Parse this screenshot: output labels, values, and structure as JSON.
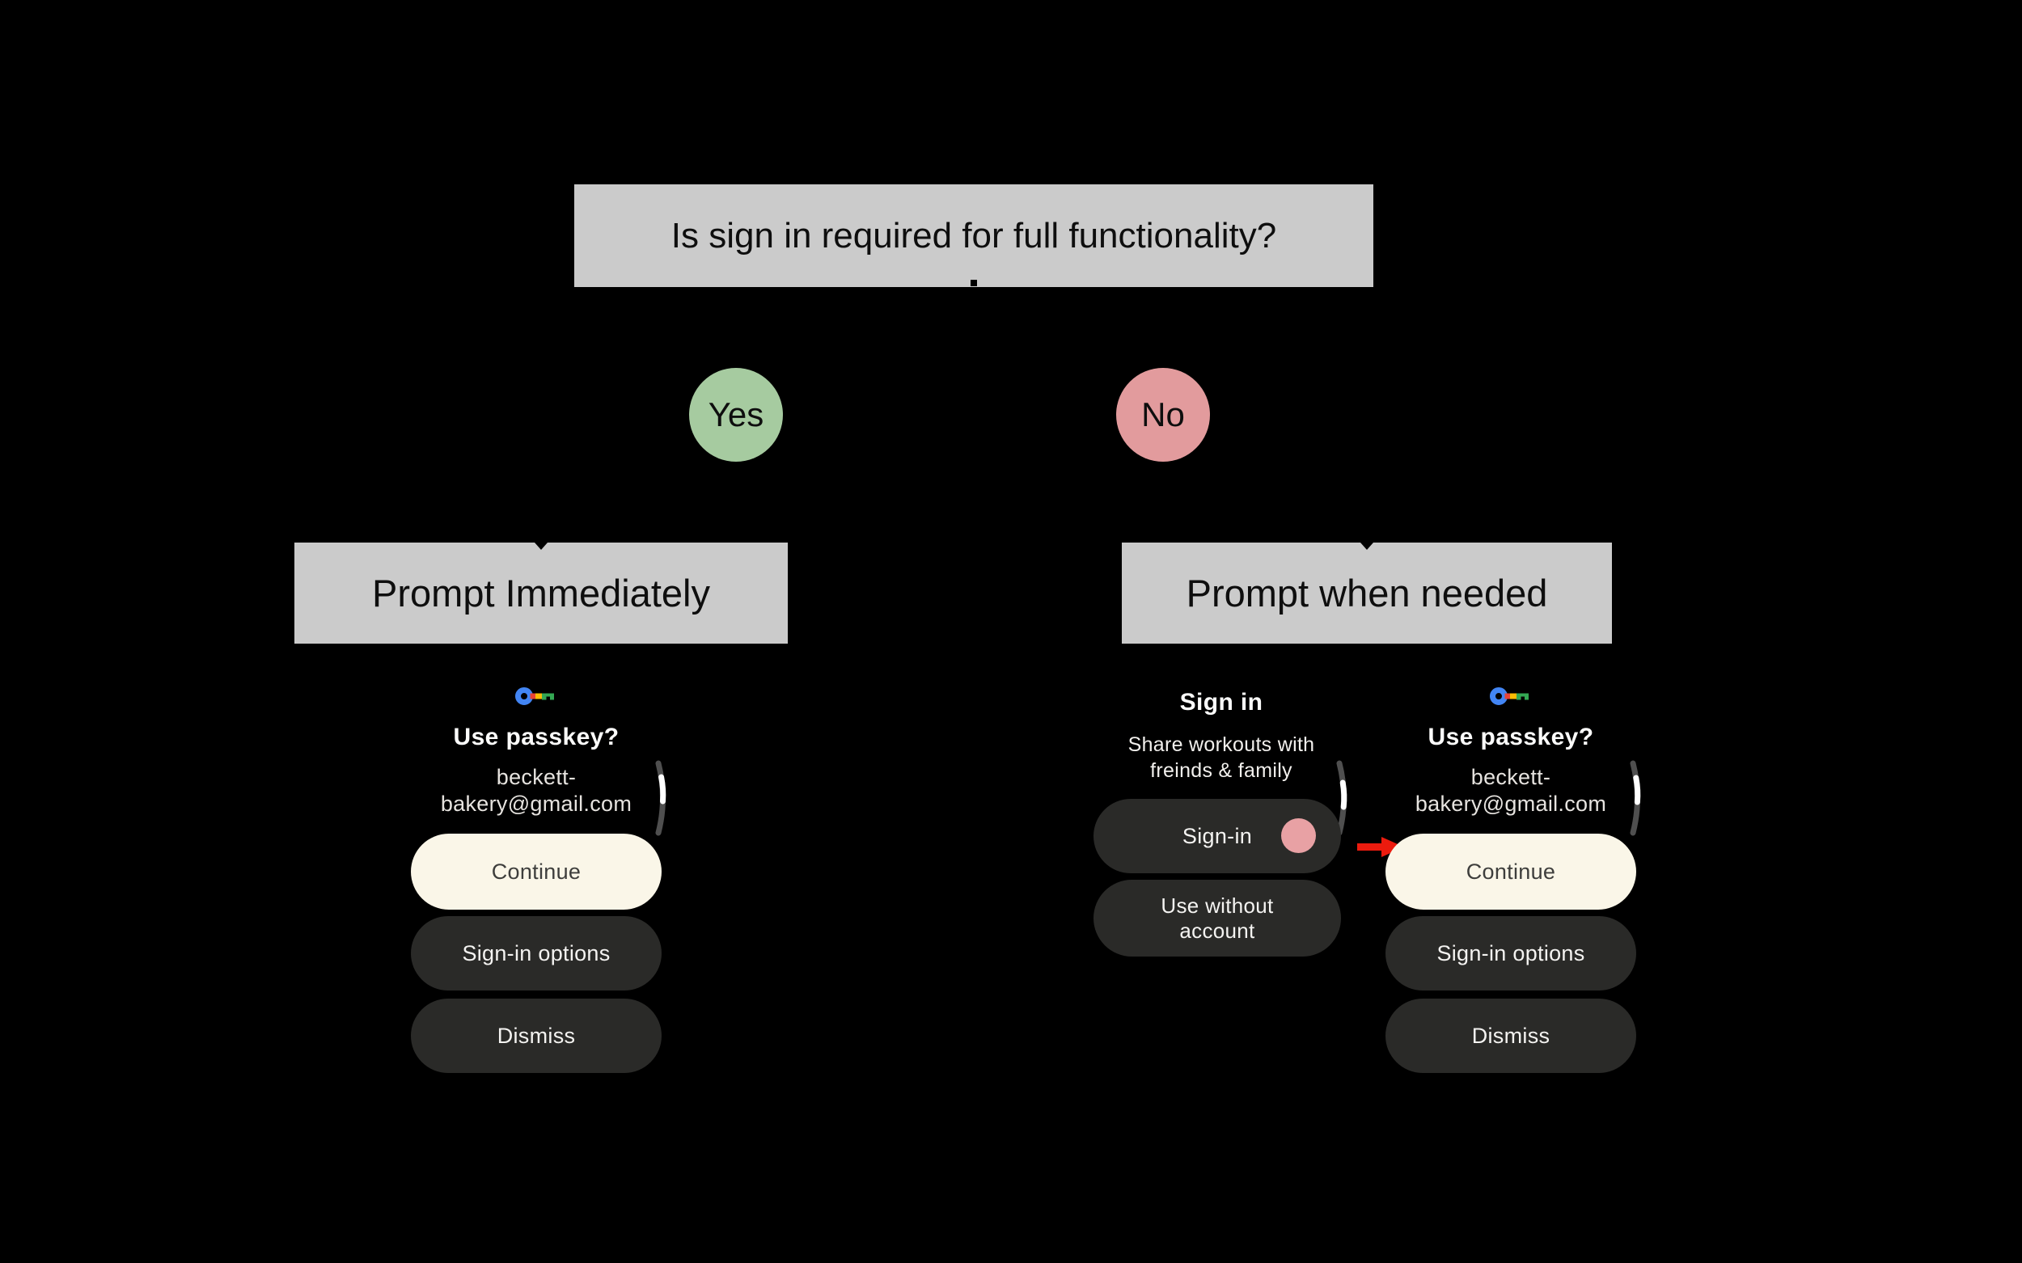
{
  "flowchart": {
    "question": "Is sign in required for full functionality?",
    "yes": "Yes",
    "no": "No",
    "yes_branch": "Prompt Immediately",
    "no_branch": "Prompt when needed"
  },
  "screens": {
    "passkey_left": {
      "title": "Use passkey?",
      "email_line1": "beckett-",
      "email_line2": "bakery@gmail.com",
      "continue_label": "Continue",
      "options_label": "Sign-in options",
      "dismiss_label": "Dismiss"
    },
    "signin_middle": {
      "title": "Sign in",
      "subtitle_line1": "Share workouts with",
      "subtitle_line2": "freinds & family",
      "signin_label": "Sign-in",
      "use_without_line1": "Use without",
      "use_without_line2": "account"
    },
    "passkey_right": {
      "title": "Use passkey?",
      "email_line1": "beckett-",
      "email_line2": "bakery@gmail.com",
      "continue_label": "Continue",
      "options_label": "Sign-in options",
      "dismiss_label": "Dismiss"
    }
  },
  "icons": {
    "passkey_key": "google-passkey-key-icon",
    "scrollbar": "curved-scrollbar-arc",
    "tap_dot": "tap-indicator-dot",
    "red_arrow": "red-pointer-arrow"
  },
  "colors": {
    "box_gray": "#CBCBCB",
    "yes_green": "#A6CBA0",
    "no_pink": "#E29B9D",
    "cream": "#FAF6E8",
    "dark_button": "#2A2A28",
    "tap_dot_pink": "#E8A1A4",
    "arrow_red": "#EC1B0E",
    "key_blue": "#4285F4",
    "key_red": "#EA4335",
    "key_yellow": "#FBBC04",
    "key_green": "#34A853",
    "scrollbar_track": "#4F4F4F",
    "scrollbar_thumb": "#FFFFFF"
  }
}
